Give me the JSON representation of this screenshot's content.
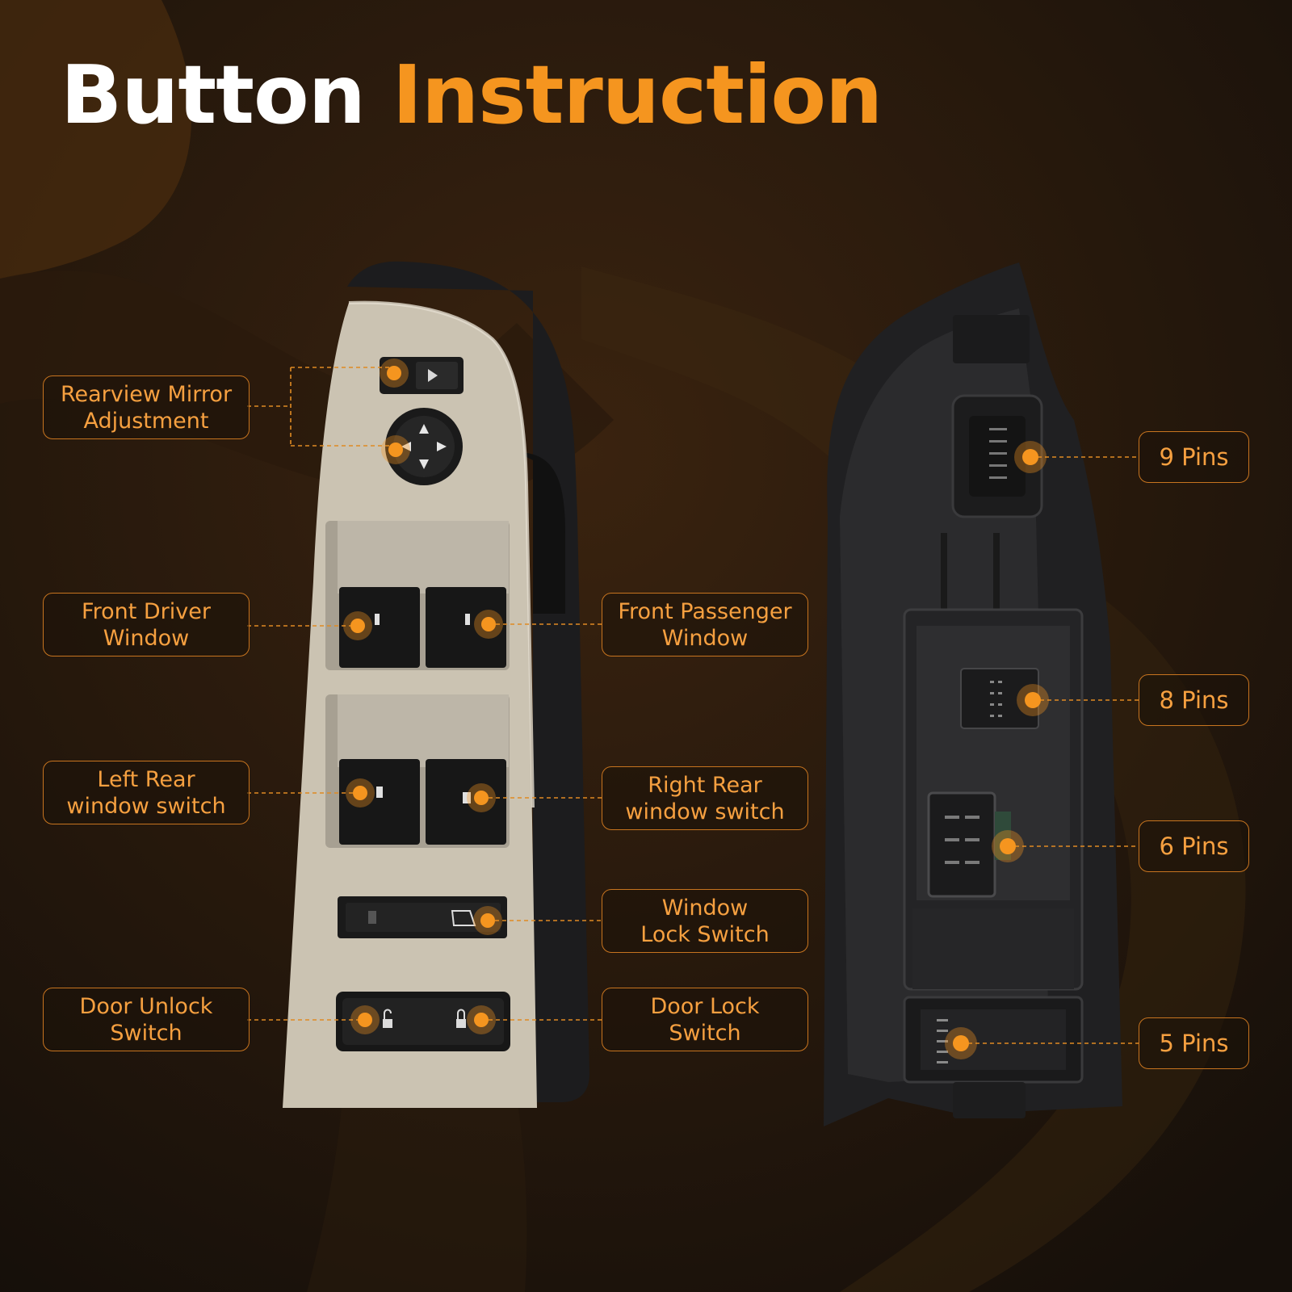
{
  "title": {
    "part1": "Button",
    "part2": "Instruction"
  },
  "colors": {
    "accent": "#f5951f",
    "background": "#150f0a",
    "title_white": "#ffffff",
    "panel_beige": "#cbc3b2"
  },
  "front_callouts": {
    "rearview_mirror": [
      "Rearview Mirror",
      "Adjustment"
    ],
    "front_driver": [
      "Front Driver",
      "Window"
    ],
    "front_passenger": [
      "Front Passenger",
      "Window"
    ],
    "left_rear": [
      "Left Rear",
      "window switch"
    ],
    "right_rear": [
      "Right Rear",
      "window switch"
    ],
    "window_lock": [
      "Window",
      "Lock Switch"
    ],
    "door_unlock": [
      "Door Unlock",
      "Switch"
    ],
    "door_lock": [
      "Door Lock",
      "Switch"
    ]
  },
  "back_callouts": {
    "pins_9": "9 Pins",
    "pins_8": "8 Pins",
    "pins_6": "6 Pins",
    "pins_5": "5 Pins"
  }
}
